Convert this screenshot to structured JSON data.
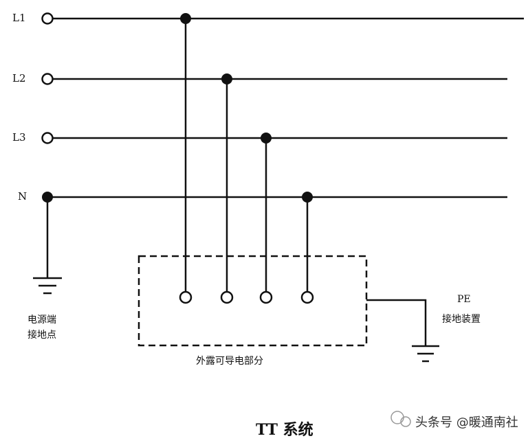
{
  "lines": {
    "l1": "L1",
    "l2": "L2",
    "l3": "L3",
    "n": "N"
  },
  "source_ground": {
    "line1": "电源端",
    "line2": "接地点"
  },
  "enclosure_label": "外露可导电部分",
  "pe": {
    "line1": "PE",
    "line2": "接地装置"
  },
  "title": "TT 系统",
  "watermark": "头条号 @暖通南社"
}
